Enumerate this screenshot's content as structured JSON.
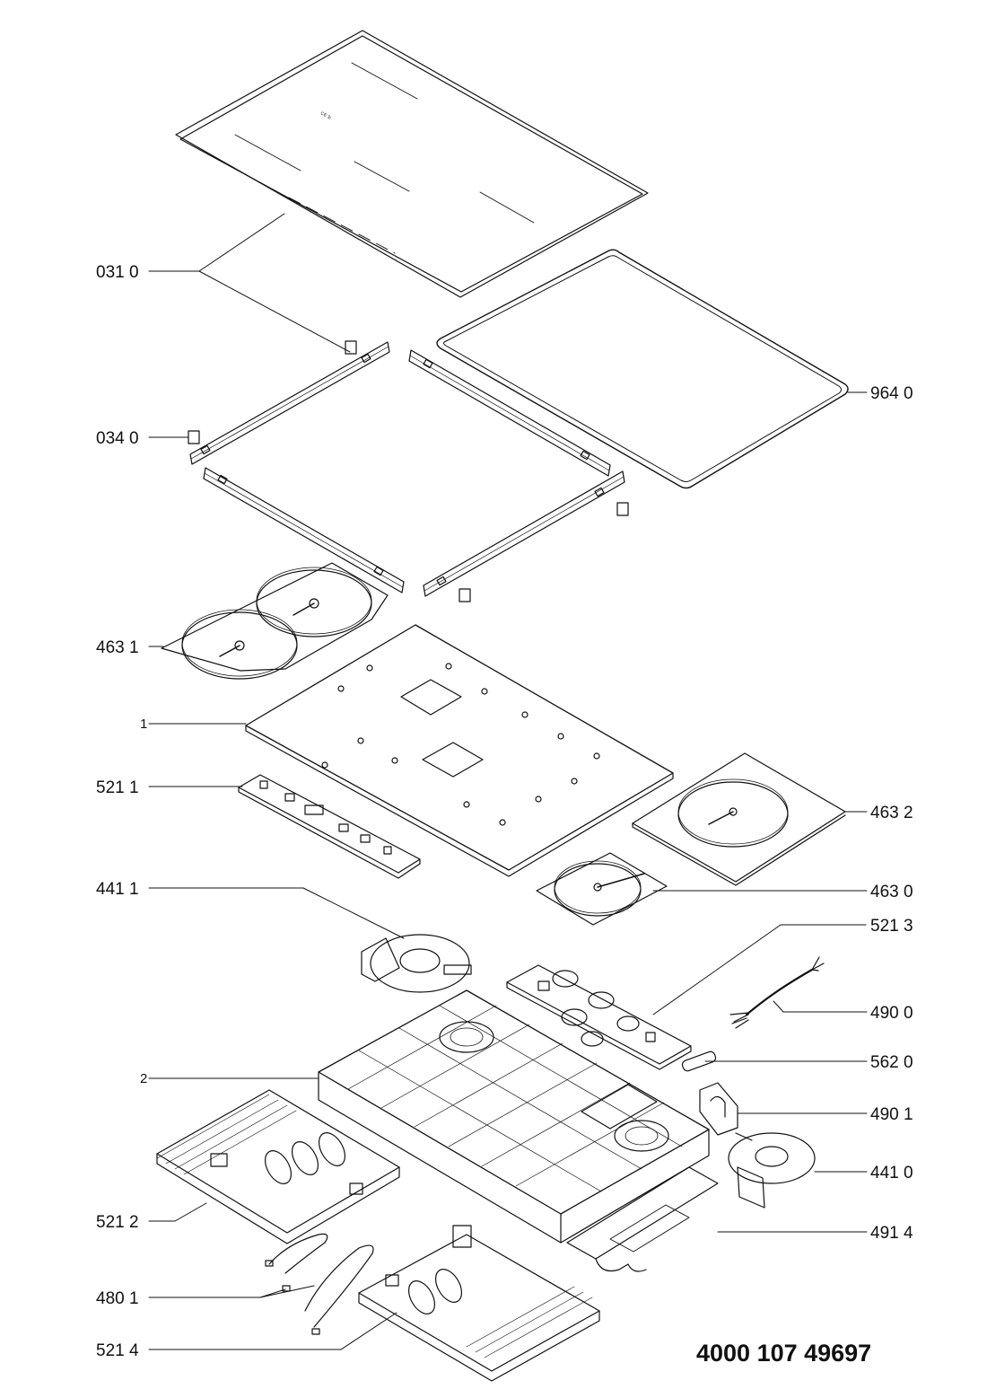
{
  "diagram": {
    "document_number": "4000 107 49697",
    "panel_marking": "CE 3i",
    "callouts": [
      {
        "id": "c0310",
        "text": "031 0"
      },
      {
        "id": "c0340",
        "text": "034 0"
      },
      {
        "id": "c9640",
        "text": "964 0"
      },
      {
        "id": "c4631",
        "text": "463 1"
      },
      {
        "id": "c1",
        "text": "1"
      },
      {
        "id": "c5211",
        "text": "521 1"
      },
      {
        "id": "c4632",
        "text": "463 2"
      },
      {
        "id": "c4411",
        "text": "441 1"
      },
      {
        "id": "c4630",
        "text": "463 0"
      },
      {
        "id": "c5213",
        "text": "521 3"
      },
      {
        "id": "c4900",
        "text": "490 0"
      },
      {
        "id": "c2",
        "text": "2"
      },
      {
        "id": "c5620",
        "text": "562 0"
      },
      {
        "id": "c4901",
        "text": "490 1"
      },
      {
        "id": "c4410",
        "text": "441 0"
      },
      {
        "id": "c5212",
        "text": "521 2"
      },
      {
        "id": "c4914",
        "text": "491 4"
      },
      {
        "id": "c4801",
        "text": "480 1"
      },
      {
        "id": "c5214",
        "text": "521 4"
      }
    ]
  }
}
